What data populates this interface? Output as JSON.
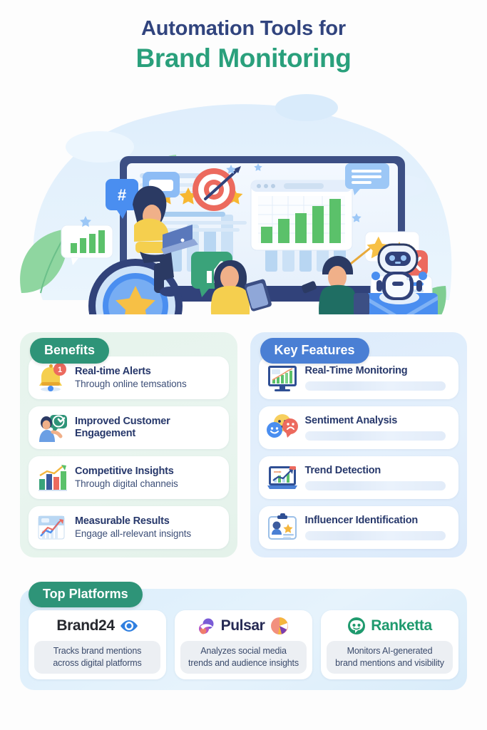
{
  "header": {
    "title_line1": "Automation Tools for",
    "title_line2": "Brand Monitoring",
    "color_line1": "#31447e",
    "color_line2": "#2aa07c"
  },
  "hero": {
    "alt": "Brand monitoring illustration with dashboard, analysts, magnifier, chatbot and social icons",
    "elements": [
      "hashtag-bubble",
      "chat-bubble",
      "bar-chart-bubble",
      "target-with-arrow",
      "magnifier-with-star",
      "woman-on-laptop",
      "thumbs-up-bubble",
      "browser-window-bar-chart",
      "five-star-rating",
      "star-review-bubble",
      "red-x-badge",
      "envelope",
      "woman-with-tablet",
      "man-with-phone",
      "robot-mascot",
      "leaves",
      "clouds",
      "sparkles"
    ]
  },
  "benefits": {
    "badge": "Benefits",
    "badge_color": "#2e9478",
    "items": [
      {
        "icon": "bell-icon",
        "badge_count": "1",
        "title": "Real-time Alerts",
        "sub": "Through online temsations"
      },
      {
        "icon": "customer-chat-icon",
        "title": "Improved Customer",
        "title2": "Engagement",
        "sub": ""
      },
      {
        "icon": "bar-chart-growth-icon",
        "title": "Competitive Insights",
        "sub": "Through digital channeis"
      },
      {
        "icon": "results-chart-icon",
        "title": "Measurable Results",
        "sub": "Engage all-relevant insignts"
      }
    ]
  },
  "features": {
    "badge": "Key Features",
    "badge_color": "#4a7fd4",
    "items": [
      {
        "icon": "monitor-chart-icon",
        "title": "Real-Time Monitoring"
      },
      {
        "icon": "sentiment-faces-icon",
        "title": "Sentiment Analysis"
      },
      {
        "icon": "laptop-trend-icon",
        "title": "Trend Detection"
      },
      {
        "icon": "id-badge-icon",
        "title": "Influencer Identification"
      }
    ]
  },
  "platforms": {
    "badge": "Top Platforms",
    "badge_color": "#2e9478",
    "items": [
      {
        "logo": "eye-icon",
        "name": "Brand24",
        "desc_line1": "Tracks brand mentions",
        "desc_line2": "across digital platforms"
      },
      {
        "logo": "pulsar-swirl-icon",
        "logo_right": "pie-chart-icon",
        "name": "Pulsar",
        "desc_line1": "Analyzes social media",
        "desc_line2": "trends and audience insights"
      },
      {
        "logo": "ranketta-robot-icon",
        "name": "Ranketta",
        "desc_line1": "Monitors AI-generated",
        "desc_line2": "brand mentions and visibility"
      }
    ]
  }
}
